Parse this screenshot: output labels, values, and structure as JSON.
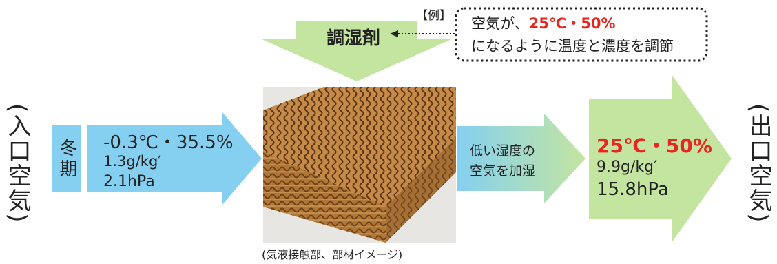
{
  "inlet_label": "(入口空気)",
  "outlet_label": "(出口空気)",
  "winter_box": {
    "label": "冬期"
  },
  "inlet_conditions": {
    "line1": "-0.3℃・35.5%",
    "line2": "1.3g/kg′",
    "line3": "2.1hPa"
  },
  "agent_arrow": {
    "label": "調湿剤"
  },
  "example": {
    "tag": "【例】",
    "line1_prefix": "空気が、",
    "line1_emph": "25℃・50%",
    "line2": "になるように温度と濃度を調節"
  },
  "process_arrow": {
    "line1": "低い湿度の",
    "line2": "空気を加湿"
  },
  "outlet_conditions": {
    "line1": "25℃・50%",
    "line2": "9.9g/kg′",
    "line3": "15.8hPa"
  },
  "photo_caption": "(気液接触部、部材イメージ)",
  "colors": {
    "blue_arrow": "#85d0f0",
    "green_arrow": "#c4e5a0",
    "emphasis_red": "#e8251f",
    "photo_base": "#b37a3a"
  }
}
